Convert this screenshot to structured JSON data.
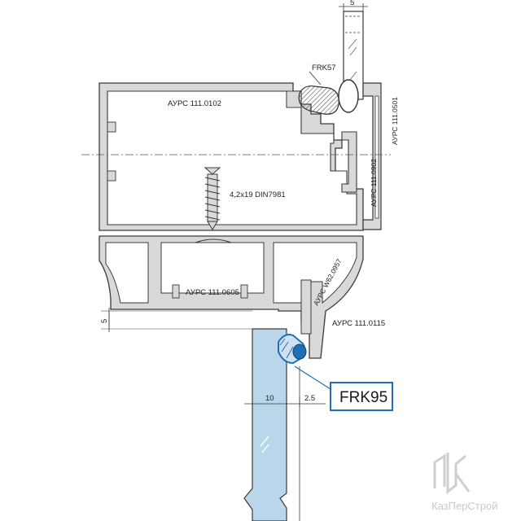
{
  "labels": {
    "frk57": "FRK57",
    "aypc_111_0102": "АУРС 111.0102",
    "aypc_111_0501": "АУРС 111.0501",
    "aypc_111_0902": "АУРС 111.0902",
    "screw": "4,2х19 DIN7981",
    "aypc_111_0605": "АУРС 111.0605",
    "aypc_w62_0957": "АУРС W62.0957",
    "aypc_111_0115": "АУРС 111.0115",
    "frk95_callout": "FRK95"
  },
  "dimensions": {
    "glass_top_width": "5",
    "left_offset": "5",
    "glass_width": "10",
    "gap": "2.5"
  },
  "logo": {
    "text": "КазПерСтрой"
  },
  "colors": {
    "profile_fill": "#d9d9d9",
    "outline": "#3a3a3a",
    "glass_fill": "#b9d6ea",
    "callout_blue": "#1f6fb5",
    "seal_dark": "#555555",
    "logo_gray": "#c9c9c9"
  }
}
